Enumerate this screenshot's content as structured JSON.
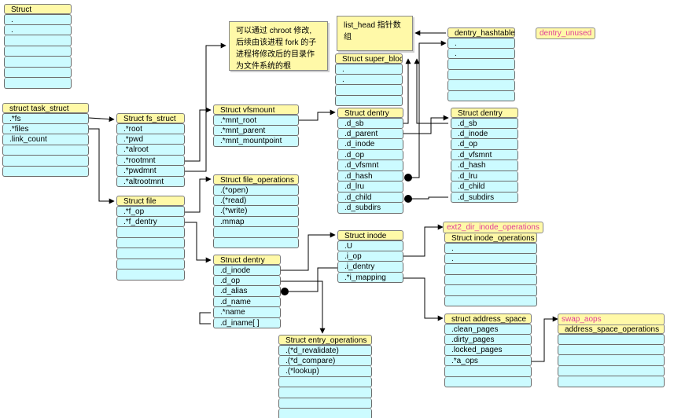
{
  "boxes": {
    "struct_top": {
      "title": "Struct",
      "rows": [
        ".",
        ".",
        "",
        "",
        "",
        "",
        ""
      ]
    },
    "task_struct": {
      "title": "struct task_struct",
      "rows": [
        ".*fs",
        ".*files",
        ".link_count",
        "",
        "",
        ""
      ]
    },
    "fs_struct": {
      "title": "Struct fs_struct",
      "rows": [
        ".*root",
        ".*pwd",
        ".*alroot",
        ".*rootmnt",
        ".*pwdmnt",
        ".*altrootmnt"
      ]
    },
    "file": {
      "title": "Struct file",
      "rows": [
        ".*f_op",
        ".*f_dentry",
        "",
        "",
        "",
        "",
        ""
      ]
    },
    "vfsmount": {
      "title": "Struct vfsmount",
      "rows": [
        ".*mnt_root",
        ".*mnt_parent",
        ".*mnt_mountpoint"
      ]
    },
    "file_operations": {
      "title": "Struct file_operations",
      "rows": [
        ".(*open)",
        ".(*read)",
        ".(*write)",
        ".mmap",
        "",
        ""
      ]
    },
    "dentry_left": {
      "title": "Struct dentry",
      "rows": [
        ".d_inode",
        ".d_op",
        ".d_alias",
        ".d_name",
        ".*name",
        ".d_iname[ ]"
      ]
    },
    "entry_operations": {
      "title": "Struct  entry_operations",
      "rows": [
        ".(*d_revalidate)",
        ".(*d_compare)",
        ".(*lookup)",
        "",
        "",
        "",
        ""
      ]
    },
    "super_block": {
      "title": "Struct super_block",
      "rows": [
        ".",
        ".",
        "",
        ""
      ]
    },
    "dentry_mid": {
      "title": "Struct dentry",
      "rows": [
        ".d_sb",
        ".d_parent",
        ".d_inode",
        ".d_op",
        ".d_vfsmnt",
        ".d_hash",
        ".d_lru",
        ".d_child",
        ".d_subdirs"
      ]
    },
    "inode": {
      "title": "Struct inode",
      "rows": [
        ".U",
        ".i_op",
        ".i_dentry",
        ".*i_mapping"
      ]
    },
    "dentry_hashtable": {
      "title": "dentry_hashtable",
      "rows": [
        ".",
        ".",
        "",
        "",
        "",
        ""
      ]
    },
    "dentry_right": {
      "title": "Struct dentry",
      "rows": [
        ".d_sb",
        ".d_inode",
        ".d_op",
        ".d_vfsmnt",
        ".d_hash",
        ".d_lru",
        ".d_child",
        ".d_subdirs"
      ]
    },
    "inode_operations": {
      "title": "Struct  inode_operations",
      "rows": [
        ".",
        ".",
        "",
        "",
        "",
        ""
      ]
    },
    "address_space": {
      "title": "struct address_space",
      "rows": [
        ".clean_pages",
        ".dirty_pages",
        ".locked_pages",
        ".*a_ops",
        "",
        ""
      ]
    },
    "address_space_operations": {
      "title": "address_space_operations",
      "rows": [
        "",
        "",
        "",
        "",
        ""
      ]
    }
  },
  "labels": {
    "dentry_unused": "dentry_unused",
    "ext2_dir_inode_operations": "ext2_dir_inode_operations",
    "swap_aops": "swap_aops"
  },
  "notes": {
    "chroot": [
      "可以通过 chroot 修改,",
      "后续由该进程 fork 的子",
      "进程将修改后的目录作",
      "为文件系统的根"
    ],
    "list_head": [
      "list_head 指针数",
      "组"
    ]
  },
  "colors": {
    "header_fill": "#fff9a8",
    "row_fill": "#ccfbff",
    "pink_text": "#e0409a",
    "line": "#000000"
  }
}
